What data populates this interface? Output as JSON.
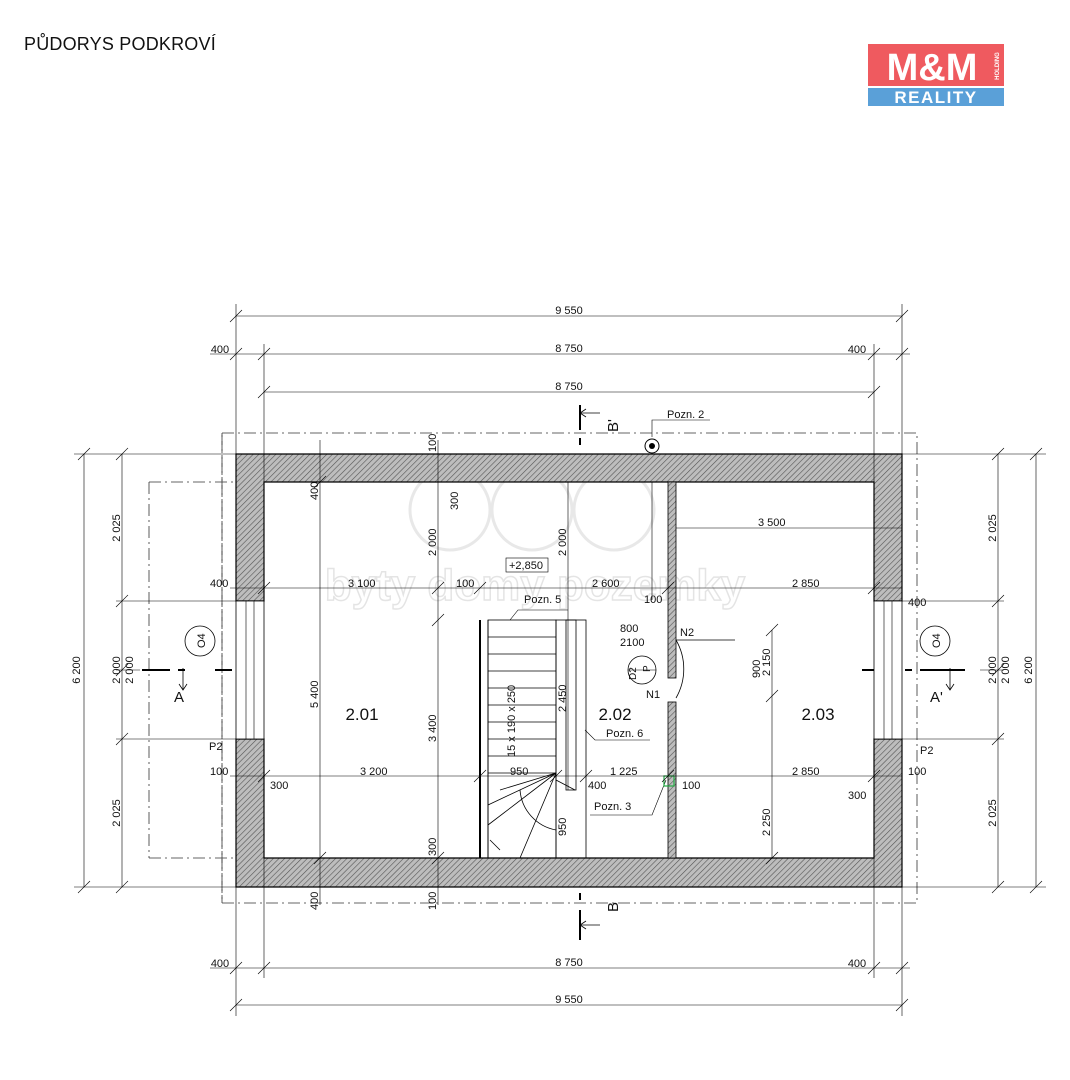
{
  "page": {
    "title": "PŮDORYS PODKROVÍ"
  },
  "logo": {
    "main": "M&M",
    "sub": "REALITY",
    "side": "HOLDING",
    "color": "#ef5a5f",
    "bar_color": "#5aa0d8"
  },
  "watermark": {
    "text": "byty domy pozemky"
  },
  "dims_top": {
    "overall": "9 550",
    "left": "400",
    "inner": "8 750",
    "right": "400",
    "inner2": "8 750"
  },
  "dims_bottom": {
    "overall": "9 550",
    "left": "400",
    "inner": "8 750",
    "right": "400"
  },
  "dims_left": {
    "total": "6 200",
    "a": "2 025",
    "b": "2 000",
    "c": "2 000",
    "d": "2 025"
  },
  "dims_right": {
    "total": "6 200",
    "a": "2 025",
    "b": "2 000",
    "c": "2 000",
    "d": "2 025"
  },
  "rooms": [
    {
      "id": "2.01",
      "label": "2.01"
    },
    {
      "id": "2.02",
      "label": "2.02"
    },
    {
      "id": "2.03",
      "label": "2.03"
    }
  ],
  "notes": {
    "pozn2": "Pozn. 2",
    "pozn3": "Pozn. 3",
    "pozn5": "Pozn. 5",
    "pozn6": "Pozn. 6",
    "elevation": "+2,850",
    "door_w": "800",
    "door_h": "2100",
    "n1": "N1",
    "n2": "N2",
    "d2": "D2",
    "p": "P",
    "stairs": "15 x 190 x 250"
  },
  "sections": {
    "a": "A",
    "a2": "A'",
    "b": "B",
    "b2": "B'"
  },
  "tags": {
    "o4": "O4",
    "p2": "P2"
  },
  "inner_dims": {
    "d400a": "400",
    "d300a": "300",
    "d100a": "100",
    "d2000a": "2 000",
    "d2000b": "2 000",
    "d3100": "3 100",
    "d100b": "100",
    "d2600": "2 600",
    "d2850a": "2 850",
    "d3500": "3 500",
    "d400l": "400",
    "d400r": "400",
    "d100c": "100",
    "d5400": "5 400",
    "d3400": "3 400",
    "d2450": "2 450",
    "d2150": "2 150",
    "d900": "900",
    "d100l": "100",
    "d300l": "300",
    "d3200": "3 200",
    "d950a": "950",
    "d400m": "400",
    "d1225": "1 225",
    "d100d": "100",
    "d2850b": "2 850",
    "d300r": "300",
    "d100r": "100",
    "d950b": "950",
    "d2250": "2 250",
    "d300b": "300",
    "d400b": "400",
    "d100e": "100"
  }
}
